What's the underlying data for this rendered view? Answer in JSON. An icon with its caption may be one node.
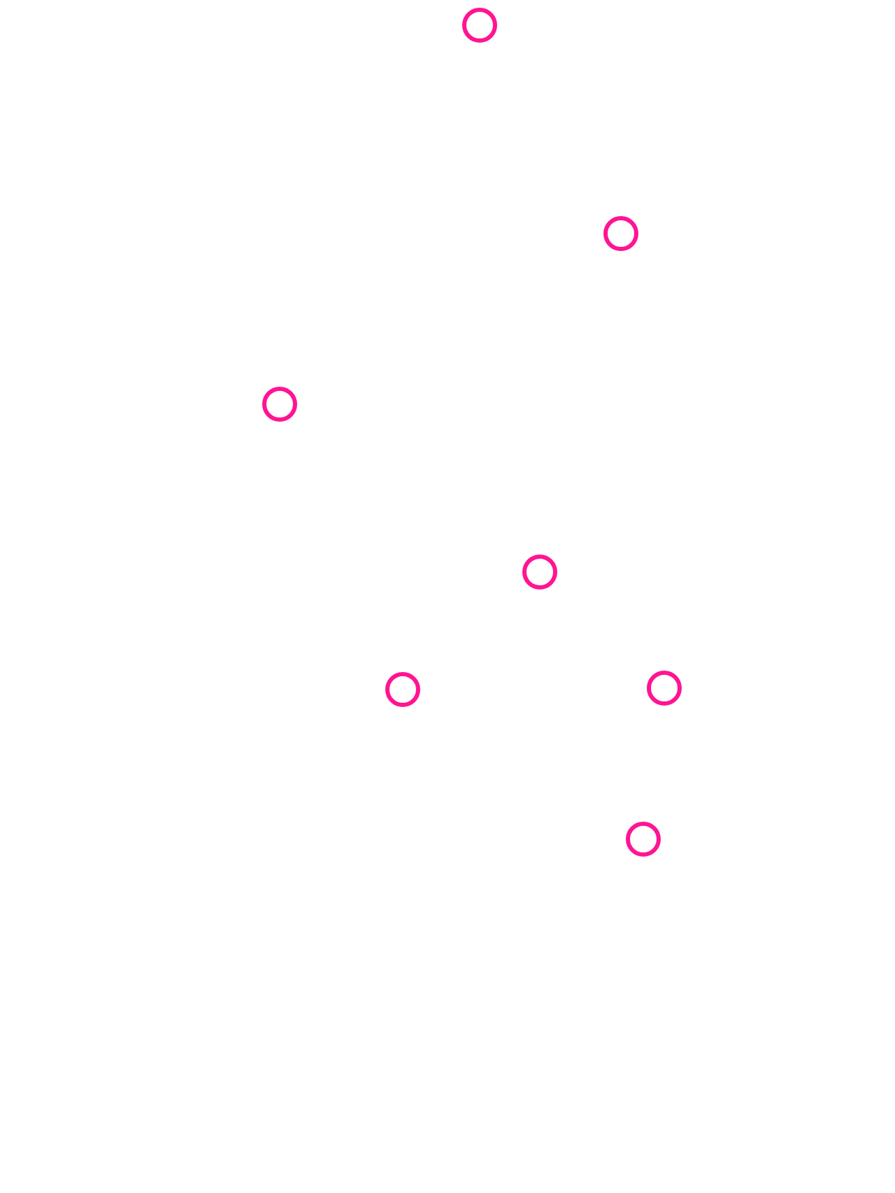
{
  "diagram": {
    "nodes": [
      {
        "text": [],
        "shape": "circle"
      },
      {
        "text": [],
        "shape": "circle"
      },
      {
        "text": [],
        "shape": "circle"
      },
      {
        "text": [],
        "shape": "circle"
      },
      {
        "text": [],
        "shape": "circle"
      },
      {
        "text": [],
        "shape": "circle"
      },
      {
        "text": [],
        "shape": "circle"
      }
    ]
  }
}
